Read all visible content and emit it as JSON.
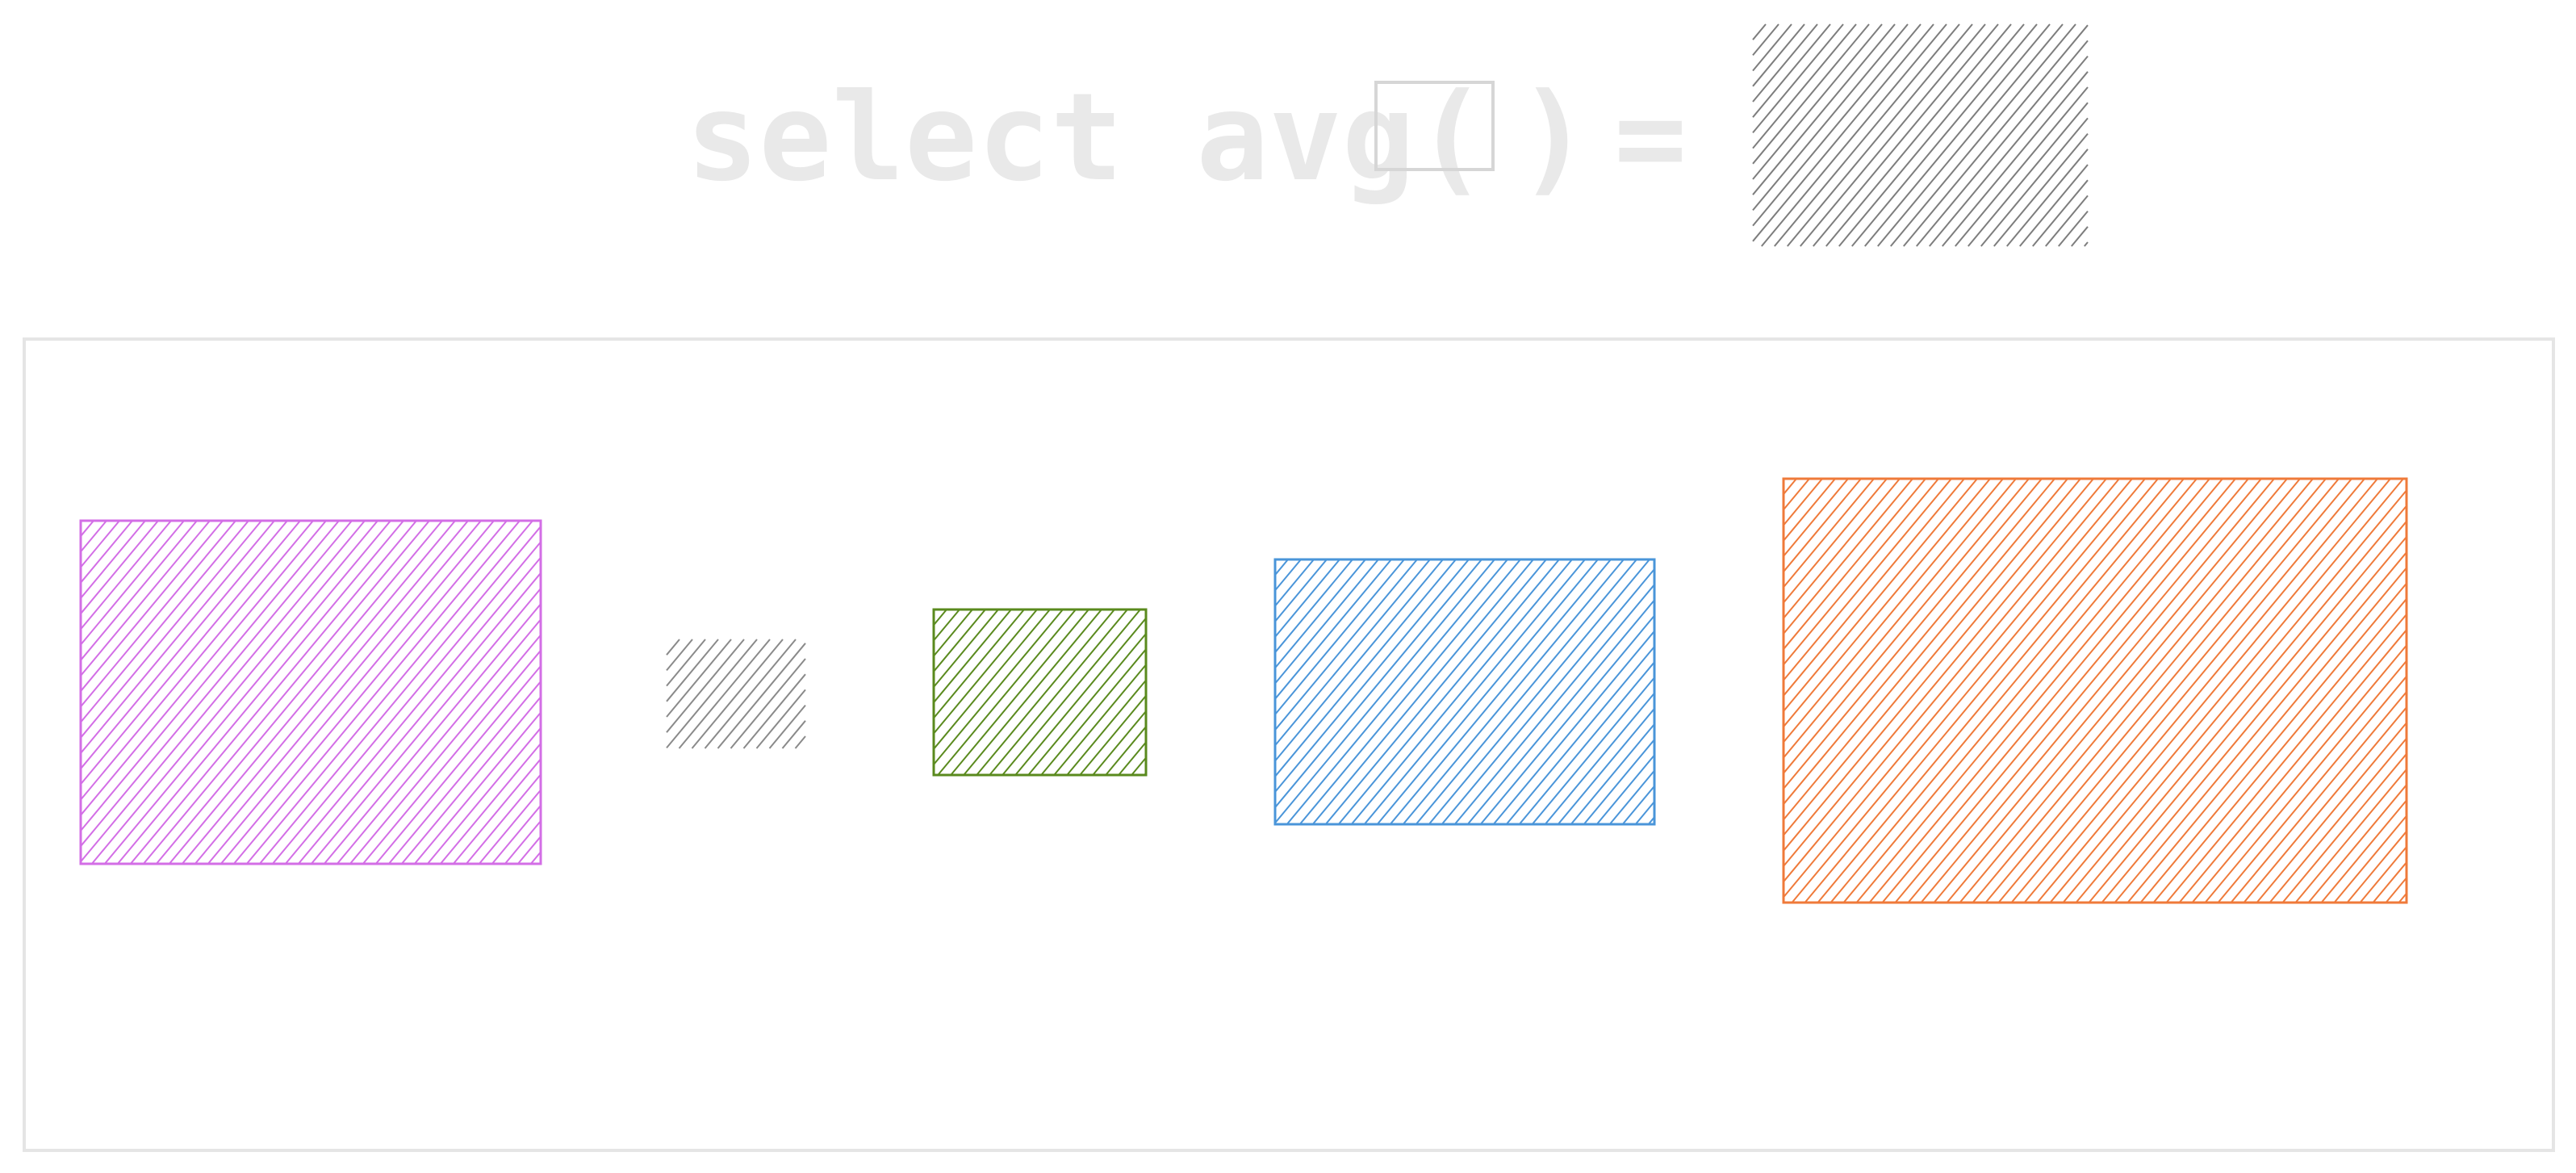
{
  "formula": {
    "prefix": "select avg(",
    "close_paren": ")",
    "equals": "="
  },
  "colors": {
    "formula_text": "#e9e9e9",
    "placeholder_stroke": "#d6d6d6",
    "frame_stroke": "#e5e5e5",
    "result_fill": "#7d7d7d",
    "purple": "#d36ee6",
    "gray": "#8a8a8a",
    "green": "#5a8a1e",
    "blue": "#4a95d9",
    "orange": "#ef7a3a"
  },
  "shapes": {
    "result": {
      "name": "result-rectangle",
      "color": "result_fill"
    },
    "items": [
      {
        "name": "purple-rectangle",
        "color": "purple"
      },
      {
        "name": "small-gray-rectangle",
        "color": "gray"
      },
      {
        "name": "green-rectangle",
        "color": "green"
      },
      {
        "name": "blue-rectangle",
        "color": "blue"
      },
      {
        "name": "orange-rectangle",
        "color": "orange"
      }
    ]
  }
}
